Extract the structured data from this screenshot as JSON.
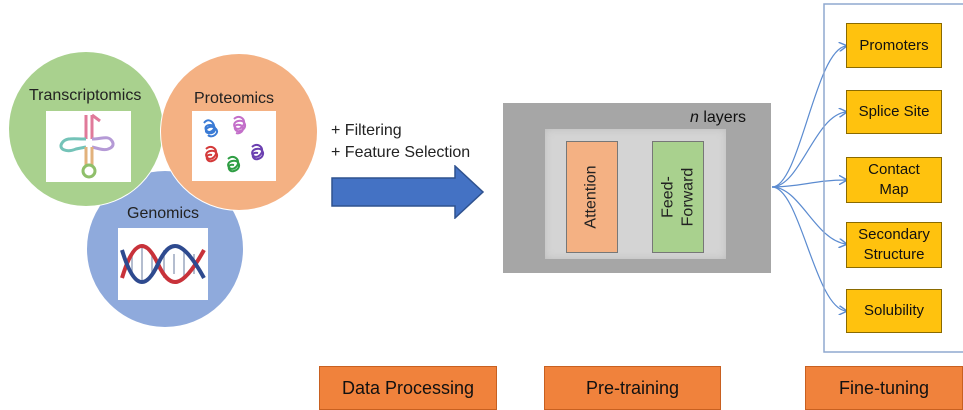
{
  "omics": {
    "transcriptomics": "Transcriptomics",
    "proteomics": "Proteomics",
    "genomics": "Genomics"
  },
  "processing_steps": [
    "+ Filtering",
    "+ Feature Selection"
  ],
  "model": {
    "layers_n": "n",
    "layers_text": " layers",
    "attention": "Attention",
    "feed_forward": "Feed-\nForward"
  },
  "tasks": [
    "Promoters",
    "Splice Site",
    "Contact\nMap",
    "Secondary\nStructure",
    "Solubility"
  ],
  "stages": [
    "Data Processing",
    "Pre-training",
    "Fine-tuning"
  ],
  "colors": {
    "transcriptomics": "#a9d18e",
    "proteomics": "#f4b183",
    "genomics": "#8faadc",
    "arrow": "#4472c4",
    "stage": "#f0823c",
    "task": "#ffc20e",
    "attention": "#f4b183",
    "feed_forward": "#a9d18e"
  },
  "icons": [
    "trna-icon",
    "protein-tangles-icon",
    "dna-helix-icon",
    "right-arrow-icon"
  ]
}
